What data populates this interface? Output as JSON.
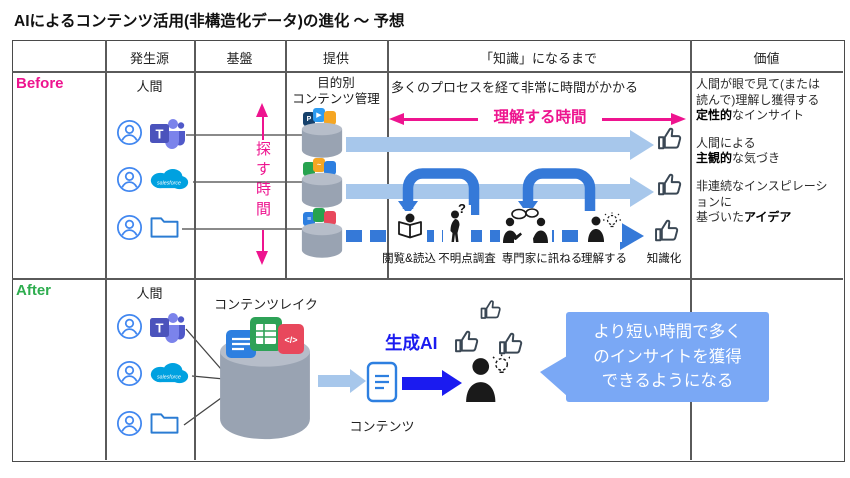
{
  "title": "AIによるコンテンツ活用(非構造化データ)の進化 ～ 予想",
  "header": {
    "col_source": "発生源",
    "col_platform": "基盤",
    "col_provide": "提供",
    "col_knowledge": "「知識」になるまで",
    "col_value": "価値"
  },
  "before": {
    "label": "Before",
    "source": "人間",
    "search_time": "探す時間",
    "provide_line1": "目的別",
    "provide_line2": "コンテンツ管理",
    "knowledge_note": "多くのプロセスを経て非常に時間がかかる",
    "understand_time": "理解する時間",
    "question_mark": "?",
    "steps": [
      "閲覧&読込",
      "不明点調査",
      "専門家に訊ねる",
      "理解する",
      "知識化"
    ],
    "value_items": {
      "p1_pre": "人間が眼で見て(または読んで)理解し獲得する",
      "p1_bold": "定性的",
      "p1_post": "なインサイト",
      "p2_line1": "人間による",
      "p2_bold": "主観的",
      "p2_post": "な気づき",
      "p3_pre": "非連続なインスピレーションに",
      "p3_mid": "基づいた",
      "p3_bold": "アイデア"
    }
  },
  "after": {
    "label": "After",
    "source": "人間",
    "lake_label": "コンテンツレイク",
    "content_label": "コンテンツ",
    "genai_label": "生成AI",
    "callout": "より短い時間で多くのインサイトを獲得できるようになる"
  },
  "icons": {
    "teams_letter": "T",
    "salesforce_label": "salesforce",
    "code_glyph": "</>",
    "chip_p": "P",
    "chip_play": "▶"
  },
  "colors": {
    "accent_pink": "#EE148F",
    "before_label": "#EE148F",
    "after_label": "#2EAD4F",
    "light_blue_arrow": "#A7C7EB",
    "mid_blue": "#3579D8",
    "bright_blue": "#1B1BF0",
    "callout_bg": "#7AA8F5",
    "cylinder_gray": "#99A3B2",
    "teams_purple": "#4B53BC",
    "salesforce_blue": "#00A1E0",
    "grid_line": "#555555"
  }
}
